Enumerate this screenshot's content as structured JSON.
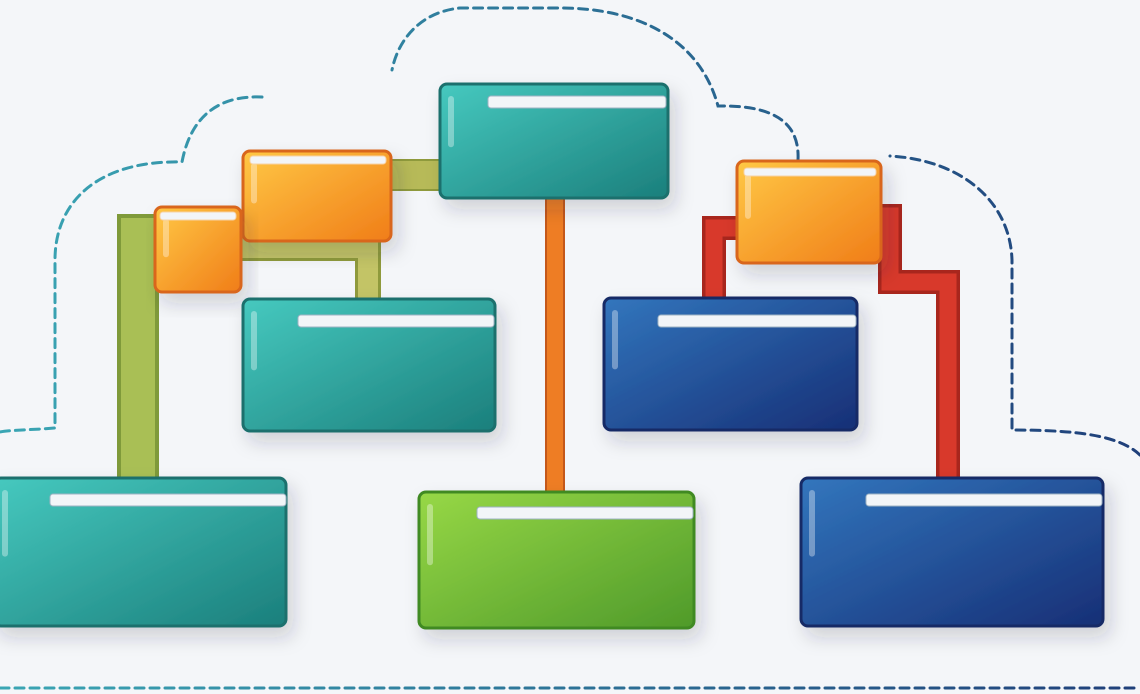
{
  "diagram": {
    "kind": "cloud-hierarchy",
    "background_color": "#f4f6f9",
    "cloud_outline": {
      "style": "dashed",
      "colors": [
        "#3aa6b4",
        "#1f3f7a"
      ]
    },
    "nodes": [
      {
        "id": "top-root",
        "color": "teal",
        "label": ""
      },
      {
        "id": "orange-left-large",
        "color": "orange",
        "label": ""
      },
      {
        "id": "orange-left-small",
        "color": "orange",
        "label": ""
      },
      {
        "id": "orange-right",
        "color": "orange",
        "label": ""
      },
      {
        "id": "teal-middle-left",
        "color": "teal",
        "label": ""
      },
      {
        "id": "blue-middle-right",
        "color": "blue",
        "label": ""
      },
      {
        "id": "teal-bottom-left",
        "color": "teal",
        "label": ""
      },
      {
        "id": "green-bottom-center",
        "color": "green",
        "label": ""
      },
      {
        "id": "blue-bottom-right",
        "color": "blue",
        "label": ""
      }
    ],
    "connectors": [
      {
        "from": "top-root",
        "to": "orange-left-large",
        "color": "olive"
      },
      {
        "from": "orange-left-large",
        "to": "teal-middle-left",
        "color": "olive"
      },
      {
        "from": "orange-left-small",
        "to": "teal-bottom-left",
        "color": "olive-green"
      },
      {
        "from": "top-root",
        "to": "green-bottom-center",
        "color": "orange"
      },
      {
        "from": "orange-right",
        "to": "blue-middle-right",
        "color": "red"
      },
      {
        "from": "orange-right",
        "to": "blue-bottom-right",
        "color": "red"
      }
    ],
    "palette": {
      "teal": [
        "#3ec3ba",
        "#1f8f8a"
      ],
      "blue": [
        "#2f6fb6",
        "#1b3f86"
      ],
      "green": [
        "#8fd13f",
        "#5aa12c"
      ],
      "orange": [
        "#ffbf3c",
        "#f28a1c"
      ],
      "olive": "#b7ba58",
      "olive-green": "#9fba4f",
      "red": "#d8392b",
      "connector-orange": "#ee7d24"
    }
  }
}
